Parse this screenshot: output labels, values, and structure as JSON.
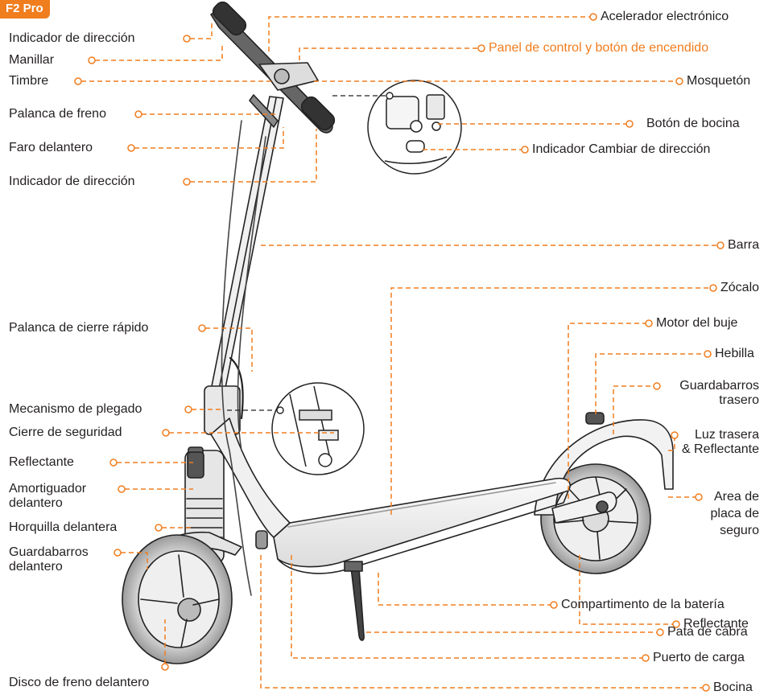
{
  "badge": "F2 Pro",
  "colors": {
    "accent": "#f07d1e",
    "line": "#231f20"
  },
  "labels": {
    "indicador_direccion_top": "Indicador de dirección",
    "manillar": "Manillar",
    "timbre": "Timbre",
    "palanca_freno": "Palanca de freno",
    "faro_delantero": "Faro delantero",
    "indicador_direccion_mid": "Indicador de dirección",
    "palanca_cierre": "Palanca de cierre rápido",
    "mecanismo_plegado": "Mecanismo de plegado",
    "cierre_seguridad": "Cierre de seguridad",
    "reflectante_front": "Reflectante",
    "amortiguador_1": "Amortiguador",
    "amortiguador_2": "delantero",
    "horquilla": "Horquilla delantera",
    "guardabarros_del_1": "Guardabarros",
    "guardabarros_del_2": "delantero",
    "disco_freno": "Disco de freno delantero",
    "acelerador": "Acelerador electrónico",
    "panel_control": "Panel de control y botón de encendido",
    "mosqueton": "Mosquetón",
    "boton_bocina": "Botón de bocina",
    "indicador_cambiar": "Indicador Cambiar de dirección",
    "barra": "Barra",
    "zocalo": "Zócalo",
    "motor_buje": "Motor del buje",
    "hebilla": "Hebilla",
    "guardabarros_tra_1": "Guardabarros",
    "guardabarros_tra_2": "trasero",
    "luz_trasera_1": "Luz trasera",
    "luz_trasera_2": "& Reflectante",
    "area_placa_1": "Area de",
    "area_placa_2": "placa de",
    "area_placa_3": "seguro",
    "reflectante_rear": "Reflectante",
    "compartimento": "Compartimento de la batería",
    "pata_cabra": "Pata de cabra",
    "puerto_carga": "Puerto de carga",
    "bocina": "Bocina"
  }
}
